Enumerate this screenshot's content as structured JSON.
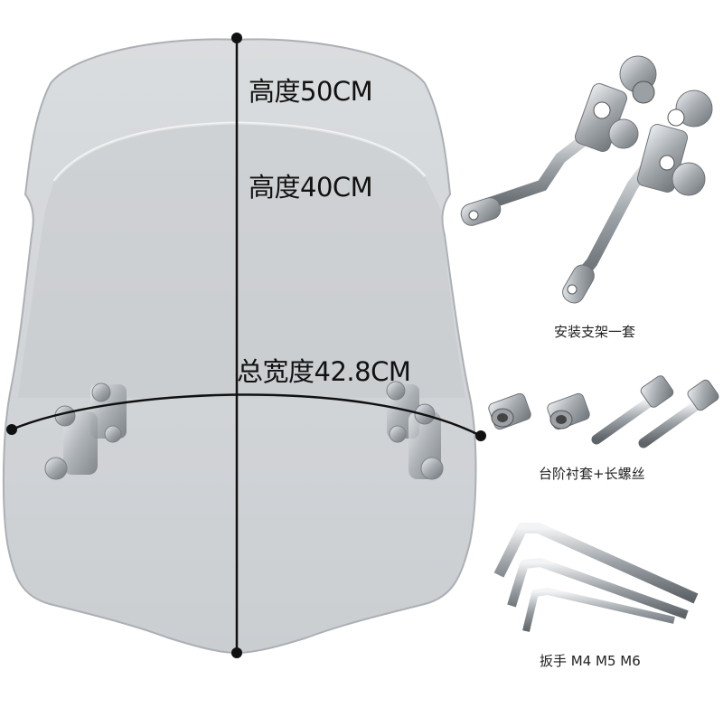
{
  "dimensions": {
    "height_outer": "高度50CM",
    "height_inner": "高度40CM",
    "width_total": "总宽度42.8CM"
  },
  "parts": [
    {
      "id": "bracket",
      "caption": "安装支架一套"
    },
    {
      "id": "bushing-screw",
      "caption": "台阶衬套+长螺丝"
    },
    {
      "id": "wrench",
      "caption": "扳手 M4 M5 M6"
    }
  ],
  "colors": {
    "shield_fill": "#c9ced2",
    "shield_edge": "#9aa0a5",
    "metal": "#a9aeb3",
    "line": "#111111"
  }
}
